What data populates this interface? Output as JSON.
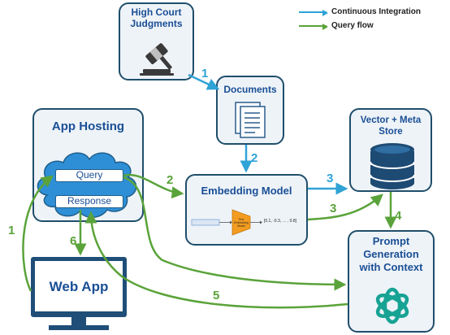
{
  "legend": {
    "ci": {
      "label": "Continuous Integration",
      "color": "#2fa3d6"
    },
    "query": {
      "label": "Query flow",
      "color": "#5aa33a"
    }
  },
  "nodes": {
    "high_court": "High Court Judgments",
    "documents": "Documents",
    "vector_store": "Vector + Meta Store",
    "app_hosting": "App Hosting",
    "query": "Query",
    "response": "Response",
    "embedding": "Embedding Model",
    "prompt": "Prompt Generation with Context",
    "web_app": "Web App"
  },
  "embedding_inner": {
    "model_label": "Text Embedding Model",
    "output_vector": "[0.1, -0.3, … , 0.8]"
  },
  "steps": {
    "ci_1": "1",
    "ci_2": "2",
    "ci_3": "3",
    "q_1": "1",
    "q_2": "2",
    "q_3": "3",
    "q_4": "4",
    "q_5": "5",
    "q_6": "6"
  },
  "colors": {
    "box_border": "#1f4e6b",
    "box_fill": "#eef3f8",
    "title_text": "#1a4f95",
    "cloud": "#2e8fd6",
    "monitor": "#1f4e78"
  }
}
